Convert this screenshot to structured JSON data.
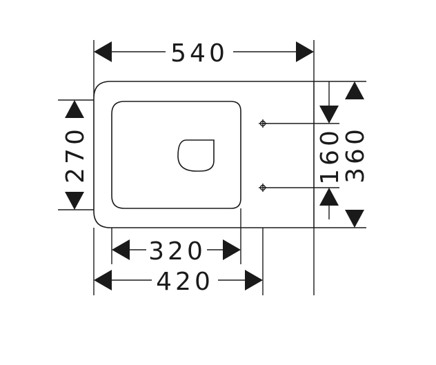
{
  "diagram": {
    "dimensions": {
      "overall_length": "540",
      "overall_width": "360",
      "bowl_width": "270",
      "fixing_spacing": "160",
      "bowl_length": "320",
      "fixing_to_front": "420"
    },
    "colors": {
      "line": "#1a1a1a",
      "background": "#ffffff"
    }
  }
}
